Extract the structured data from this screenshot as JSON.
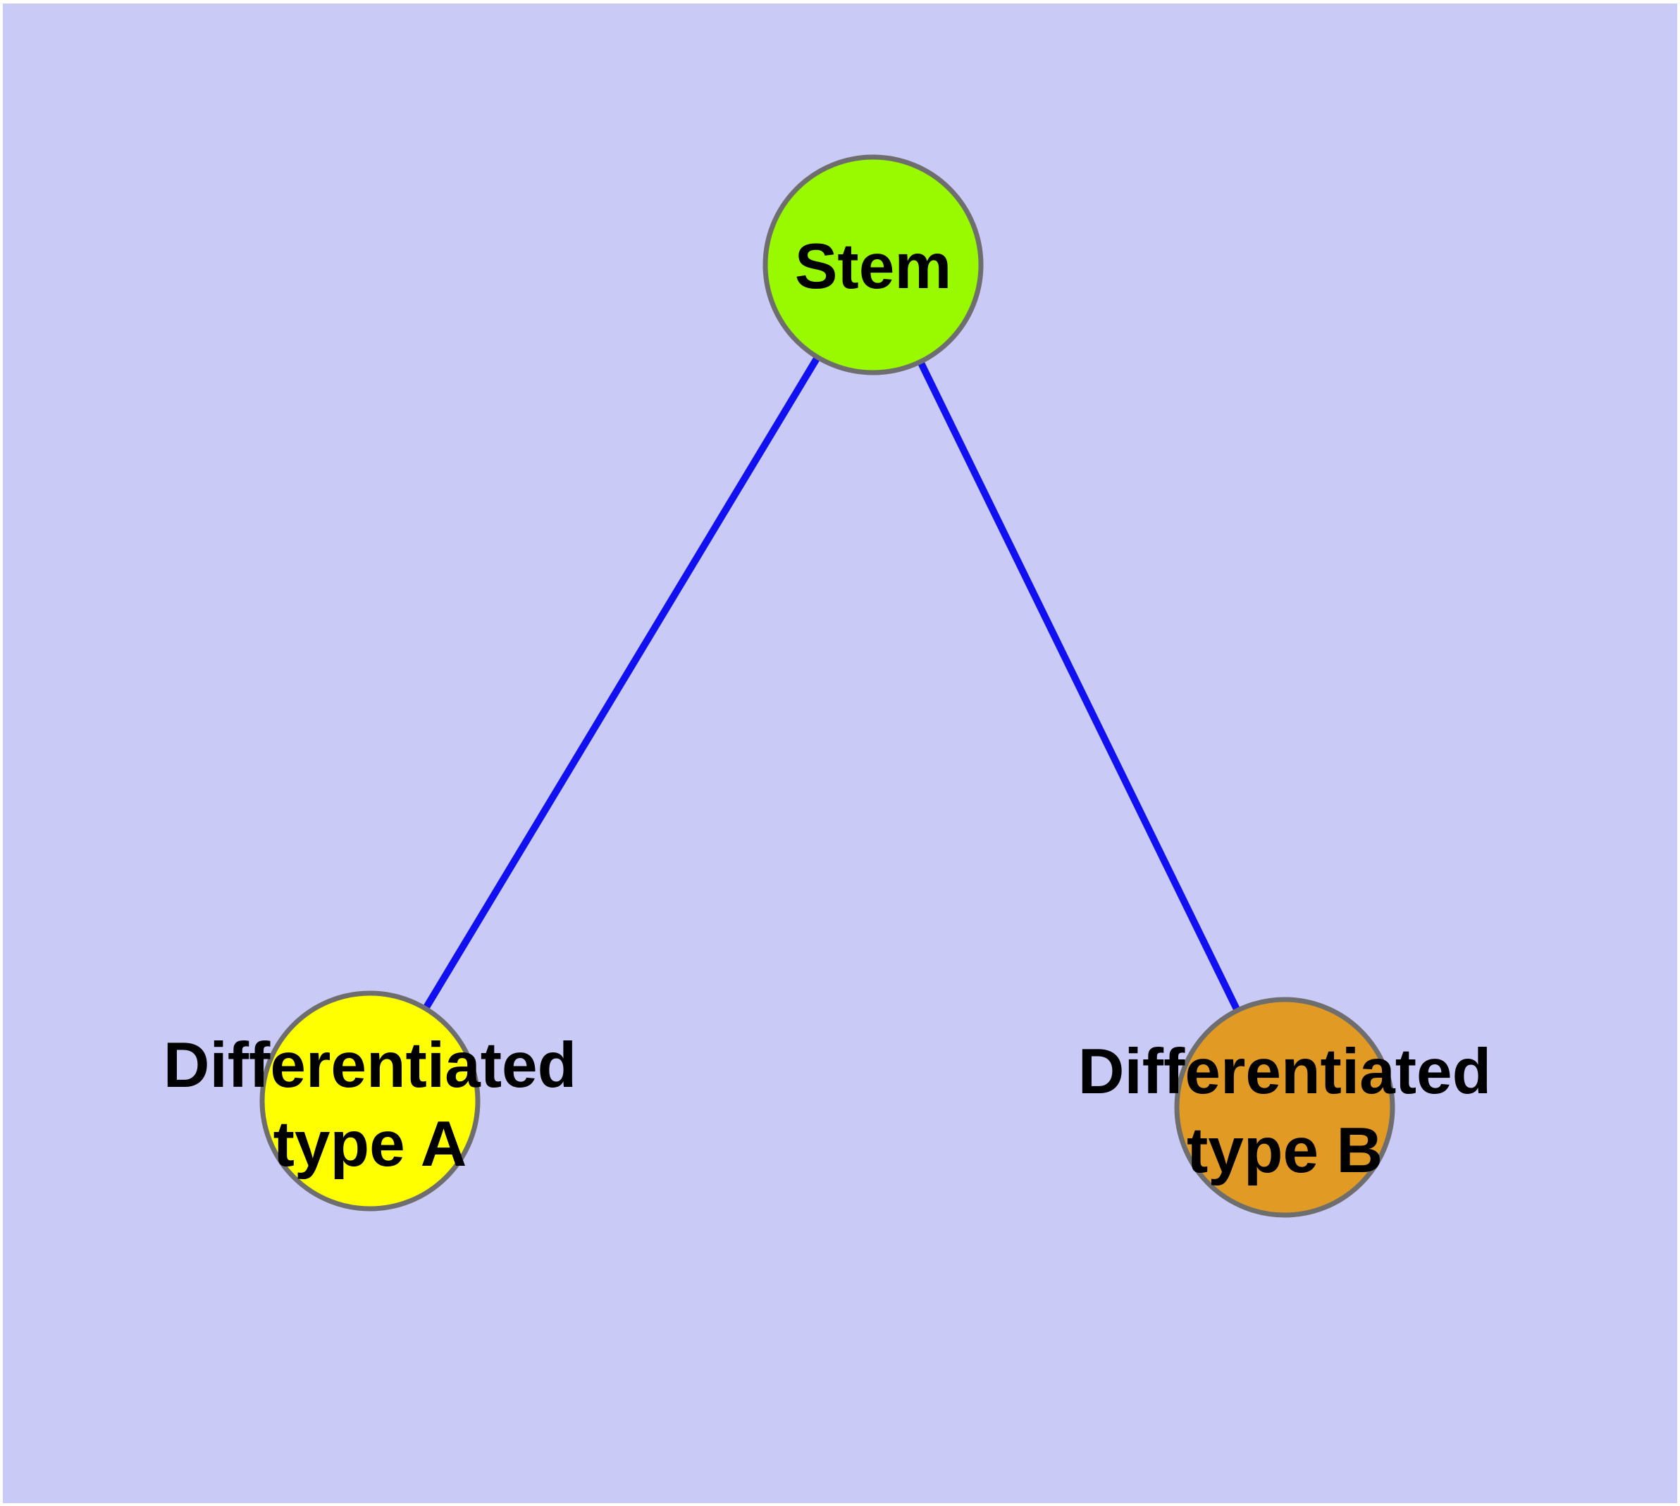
{
  "diagram": {
    "background_color": "#CACAF6",
    "page_margin_color": "#FFFFFF",
    "edge_color": "#1010F0",
    "node_border_color": "#6E6E6E",
    "label_color": "#000000",
    "nodes": {
      "stem": {
        "label": "Stem",
        "fill_color": "#99FA00"
      },
      "type_a": {
        "label_line1": "Differentiated",
        "label_line2": "type A",
        "fill_color": "#FFFF00"
      },
      "type_b": {
        "label_line1": "Differentiated",
        "label_line2": "type B",
        "fill_color": "#E19A24"
      }
    },
    "edges": [
      {
        "from": "Stem",
        "to": "Differentiated type A"
      },
      {
        "from": "Stem",
        "to": "Differentiated type B"
      }
    ]
  }
}
